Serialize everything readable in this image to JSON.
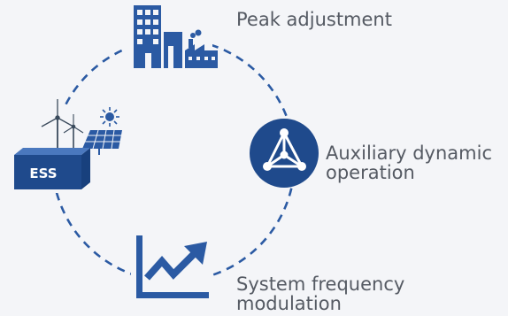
{
  "diagram": {
    "peak_label": "Peak adjustment",
    "aux_label_line1": "Auxiliary dynamic",
    "aux_label_line2": "operation",
    "freq_label_line1": "System frequency",
    "freq_label_line2": "modulation",
    "ess_label": "ESS"
  },
  "colors": {
    "primary": "#2b5aa3",
    "dark": "#1f4a8c",
    "text": "#555a63",
    "background": "#f4f5f8"
  },
  "icons": [
    "building-factory-icon",
    "network-node-icon",
    "rising-chart-icon",
    "ess-battery-icon",
    "wind-turbine-icon",
    "solar-panel-icon",
    "sun-icon"
  ]
}
